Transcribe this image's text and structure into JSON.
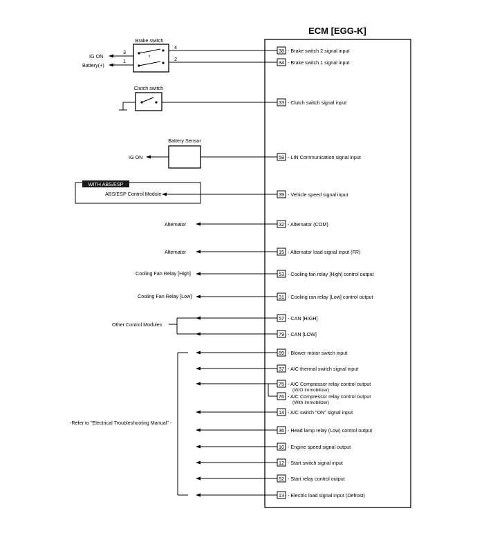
{
  "ecm": {
    "title": "ECM [EGG-K]"
  },
  "brake_switch": {
    "title": "Brake switch",
    "ig_on": "IG ON",
    "battery": "Battery(+)",
    "pin3": "3",
    "pin1": "1",
    "pin4": "4",
    "pin2": "2"
  },
  "clutch_switch": {
    "title": "Clutch switch"
  },
  "battery_sensor": {
    "title": "Battery Sensor",
    "ig_on": "IG ON"
  },
  "abs": {
    "badge": "WITH ABS/ESP",
    "module": "ABS/ESP Control Module"
  },
  "left_labels": {
    "alternator1": "Alternator",
    "alternator2": "Alternator",
    "fan_high": "Cooling Fan Relay [High]",
    "fan_low": "Cooling Fan Relay [Low]",
    "other_modules": "Other Control Modules",
    "refer": "-Refer to \"Electrical Troubleshooting Manual\" -"
  },
  "pins": [
    {
      "num": "38",
      "label": "- Brake switch 2 signal input"
    },
    {
      "num": "34",
      "label": "- Brake switch 1 signal input"
    },
    {
      "num": "33",
      "label": "- Clutch switch signal input"
    },
    {
      "num": "58",
      "label": "- LIN Communication signal input"
    },
    {
      "num": "39",
      "label": "- Vehicle speed signal input"
    },
    {
      "num": "32",
      "label": "- Alternator (COM)"
    },
    {
      "num": "15",
      "label": "- Alternator load signal input (FR)"
    },
    {
      "num": "53",
      "label": "- Cooling fan relay [High] control output"
    },
    {
      "num": "31",
      "label": "- Cooling ran relay [Low] control output"
    },
    {
      "num": "57",
      "label": "- CAN [HIGH]"
    },
    {
      "num": "79",
      "label": "- CAN [LOW]"
    },
    {
      "num": "89",
      "label": "- Blower motor switch input"
    },
    {
      "num": "37",
      "label": "- A/C thermal switch signal input"
    },
    {
      "num": "75",
      "label": "- A/C Compressor relay control output"
    },
    {
      "num": "76",
      "label": "- A/C Compressor relay control output"
    },
    {
      "num": "14",
      "label": "- A/C switch \"ON\" signal input"
    },
    {
      "num": "36",
      "label": "- Head lamp relay (Low) control output"
    },
    {
      "num": "10",
      "label": "- Engine speed signal output"
    },
    {
      "num": "12",
      "label": "- Start switch signal input"
    },
    {
      "num": "52",
      "label": "- Start relay control output"
    },
    {
      "num": "13",
      "label": "- Electric load signal input (Defrost)"
    }
  ],
  "subnotes": {
    "wo_immo": "(W/O Immobilizer)",
    "with_immo": "(With Immobilizer)"
  }
}
